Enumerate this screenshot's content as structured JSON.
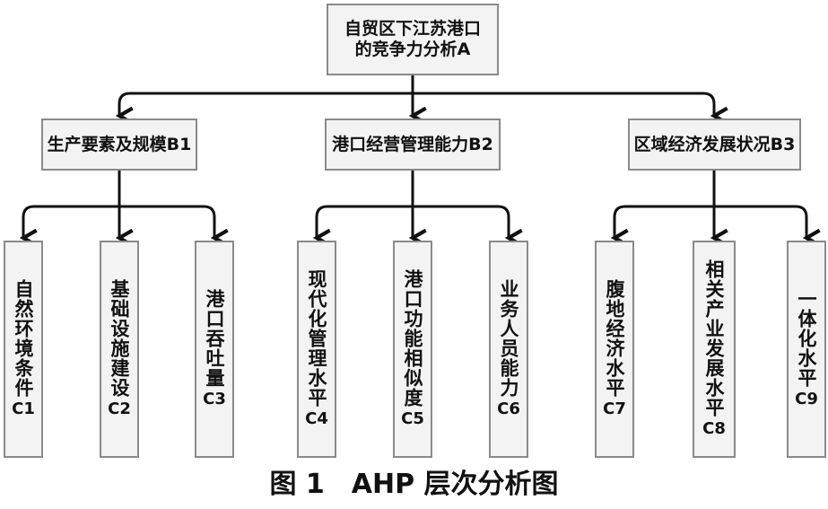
{
  "root": {
    "label": "自贸区下江苏港口的竞争力分析A"
  },
  "criteria": [
    {
      "label": "生产要素及规模B1"
    },
    {
      "label": "港口经营管理能力B2"
    },
    {
      "label": "区域经济发展状况B3"
    }
  ],
  "indicators": [
    {
      "label": "自然环境条件",
      "code": "C1"
    },
    {
      "label": "基础设施建设",
      "code": "C2"
    },
    {
      "label": "港口吞吐量",
      "code": "C3"
    },
    {
      "label": "现代化管理水平",
      "code": "C4"
    },
    {
      "label": "港口功能相似度",
      "code": "C5"
    },
    {
      "label": "业务人员能力",
      "code": "C6"
    },
    {
      "label": "腹地经济水平",
      "code": "C7"
    },
    {
      "label": "相关产业发展水平",
      "code": "C8"
    },
    {
      "label": "一体化水平",
      "code": "C9"
    }
  ],
  "caption": "图 1　AHP 层次分析图"
}
